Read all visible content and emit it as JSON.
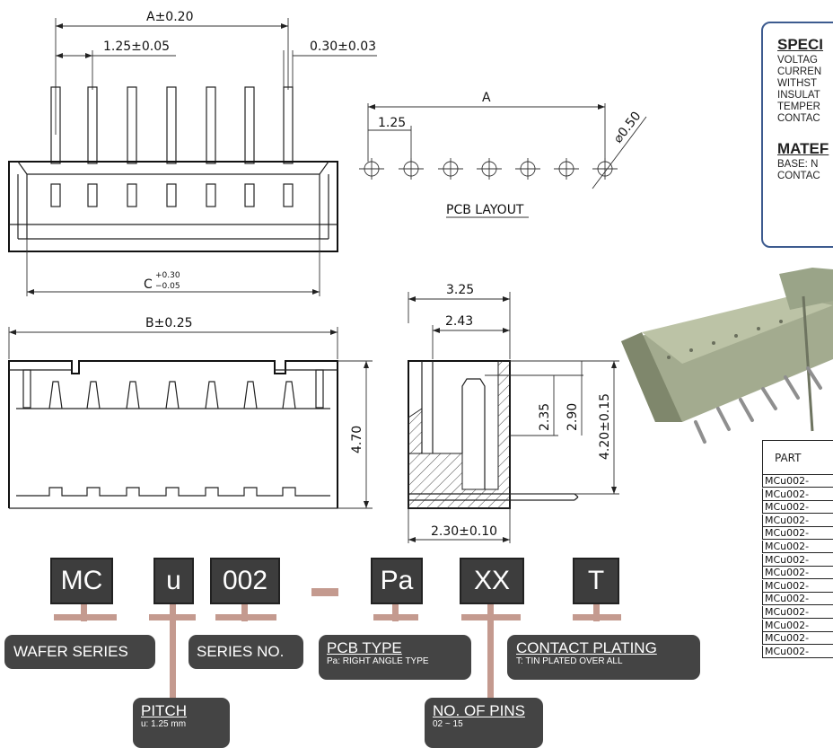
{
  "dimensions": {
    "a_width": "A±0.20",
    "pitch": "1.25±0.05",
    "pin_thickness": "0.30±0.03",
    "c_width_base": "C",
    "c_tol_plus": "+0.30",
    "c_tol_minus": "−0.05",
    "b_width": "B±0.25",
    "height_470": "4.70",
    "depth_325": "3.25",
    "depth_243": "2.43",
    "h_235": "2.35",
    "h_290": "2.90",
    "h_420": "4.20±0.15",
    "pin_len": "2.30±0.10",
    "layout_a": "A",
    "layout_pitch": "1.25",
    "hole_dia": "⌀0.50",
    "pcb_layout_label": "PCB LAYOUT"
  },
  "specs": {
    "title": "SPECI",
    "rows": [
      "VOLTAG",
      "CURREN",
      "WITHST",
      "INSULAT",
      "TEMPER",
      "CONTAC"
    ],
    "material_title": "MATEF",
    "material_rows": [
      "BASE: N",
      "CONTAC"
    ]
  },
  "part_code": {
    "segments": [
      "MC",
      "u",
      "002",
      "Pa",
      "XX",
      "T"
    ],
    "labels": {
      "wafer_series": "WAFER SERIES",
      "series_no": "SERIES NO.",
      "pcb_type": "PCB TYPE",
      "pcb_type_sub": "Pa: RIGHT ANGLE TYPE",
      "contact_plating": "CONTACT PLATING",
      "contact_plating_sub": "T: TIN PLATED OVER ALL",
      "pitch": "PITCH",
      "pitch_sub": "u: 1.25 mm",
      "no_of_pins": "NO. OF PINS",
      "no_of_pins_sub": "02 ~ 15"
    }
  },
  "part_table": {
    "header": "PART",
    "rows": [
      "MCu002-",
      "MCu002-",
      "MCu002-",
      "MCu002-",
      "MCu002-",
      "MCu002-",
      "MCu002-",
      "MCu002-",
      "MCu002-",
      "MCu002-",
      "MCu002-",
      "MCu002-",
      "MCu002-",
      "MCu002-"
    ]
  },
  "colors": {
    "tag_bg": "#444444",
    "connector_stem": "#c49a8f",
    "spec_border": "#3d5b8f",
    "render_body": "#9aa488"
  }
}
